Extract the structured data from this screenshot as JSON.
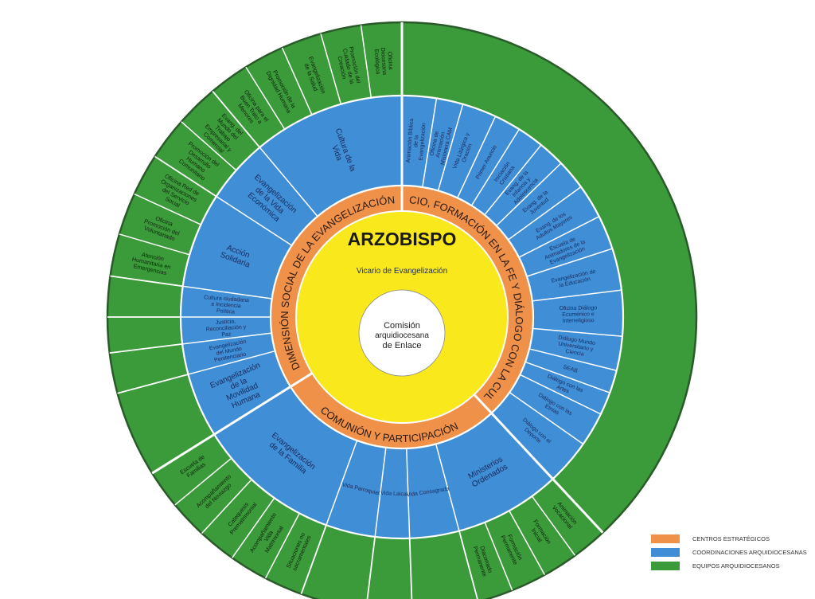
{
  "center": {
    "title": "ARZOBISPO",
    "subtitle": "Vicario de Evangelización",
    "commission": [
      "Comisión",
      "arquidiocesana",
      "de Enlace"
    ]
  },
  "colors": {
    "centers": "#f0914a",
    "coordinations": "#3f8ed6",
    "teams": "#3b9b3a",
    "core": "#f8e81c",
    "label_text": "#1b2a5c"
  },
  "centers": [
    {
      "label": "ANUNCIO, FORMACIÓN EN LA FE Y DIÁLOGO CON LA CULTURA",
      "coordinations": [
        {
          "label": "Animación Bíblica de la Evangelización",
          "teams": []
        },
        {
          "label": "Oficina de Animación Misionera CAM",
          "teams": []
        },
        {
          "label": "Vida Litúrgica y Oración",
          "teams": []
        },
        {
          "label": "Primer Anuncio",
          "teams": []
        },
        {
          "label": "Iniciación Cristiana",
          "teams": []
        },
        {
          "label": "Evang. de la Infancia y Adolescencia",
          "teams": []
        },
        {
          "label": "Evang. de la Juventud",
          "teams": []
        },
        {
          "label": "Evang. de los Adultos Mayores",
          "teams": []
        },
        {
          "label": "Escuela de Animadores de la Evangelización",
          "teams": []
        },
        {
          "label": "Evangelización de la Educación",
          "teams": []
        },
        {
          "label": "Oficina Diálogo Ecuménico e Interreligioso",
          "teams": []
        },
        {
          "label": "Diálogo Mundo Universitario y Ciencia",
          "teams": []
        },
        {
          "label": "SEAB",
          "teams": []
        },
        {
          "label": "Diálogo con las Artes",
          "teams": []
        },
        {
          "label": "Diálogo con las Etnias",
          "teams": []
        },
        {
          "label": "Diálogo con el Deporte",
          "teams": []
        }
      ]
    },
    {
      "label": "COMUNIÓN Y PARTICIPACIÓN",
      "coordinations": [
        {
          "label": "Ministerios Ordenados",
          "teams": [
            "Animación Vocacional",
            "Formación Inicial",
            "Formación Permanente",
            "Diaconado Permanente"
          ]
        },
        {
          "label": "Vida Consagrada",
          "teams": []
        },
        {
          "label": "Vida Laical",
          "teams": []
        },
        {
          "label": "Vida Parroquial",
          "teams": []
        },
        {
          "label": "Evangelización de la Familia",
          "teams": [
            "Situaciones no sacramentales",
            "Acompañamiento Vida Matrimonial",
            "Catequesis Prematrimonial",
            "Acompañamiento del Noviazgo",
            "Escuela de Familias"
          ]
        }
      ]
    },
    {
      "label": "DIMENSIÓN SOCIAL DE LA EVANGELIZACIÓN",
      "coordinations": [
        {
          "label": "Evangelización de la Movilidad Humana",
          "teams": []
        },
        {
          "label": "Evangelización del Mundo Penitenciario",
          "teams": []
        },
        {
          "label": "Justicia, Reconciliación y Paz",
          "teams": []
        },
        {
          "label": "Cultura ciudadana e Incidencia Política",
          "teams": []
        },
        {
          "label": "Acción Solidaria",
          "teams": [
            "Atención Humanitaria en Emergencias",
            "Oficina Promoción del Voluntariado",
            "Oficina Red de Organizaciones del Servicio Social"
          ]
        },
        {
          "label": "Evangelización de la Vida Económica",
          "teams": [
            "Promoción del Desarrollo Humano Comunitario",
            "Evang. del Mundo del Trabajo Empresarial y Comercial"
          ]
        },
        {
          "label": "Cultura de la Vida",
          "teams": [
            "Oficina para el Buen Trato a Menores",
            "Promoción de la Dignidad Humana",
            "Evangelización de la Salud",
            "Promoción del Cuidado de la Creación",
            "Oficina Diocesana Ecológica"
          ]
        }
      ]
    }
  ],
  "legend": [
    {
      "label": "CENTROS ESTRATÉGICOS",
      "color": "#f0914a"
    },
    {
      "label": "COORDINACIONES ARQUIDIOCESANAS",
      "color": "#3f8ed6"
    },
    {
      "label": "EQUIPOS ARQUIDIOCESANOS",
      "color": "#3b9b3a"
    }
  ]
}
